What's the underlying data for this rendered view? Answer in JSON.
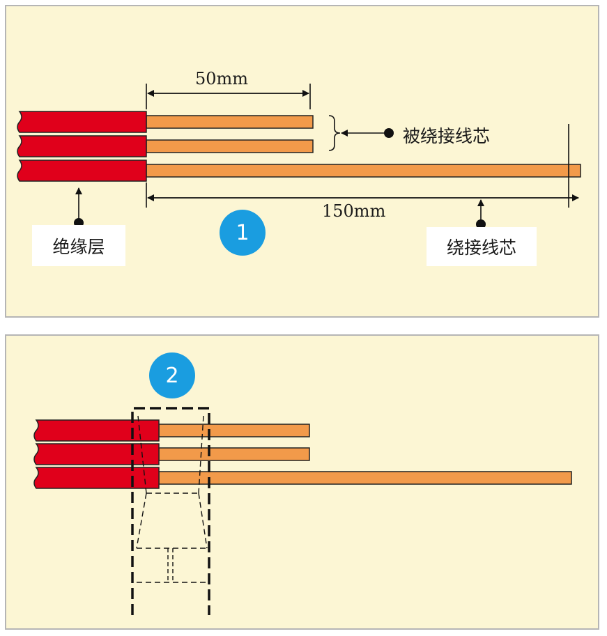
{
  "step1": {
    "badge": "1",
    "dim_short": "50mm",
    "dim_long": "150mm",
    "label_wrapped_cores": "被绕接线芯",
    "label_insulation": "绝缘层",
    "label_wrapping_core": "绕接线芯"
  },
  "step2": {
    "badge": "2"
  },
  "colors": {
    "insulation": "#e0001b",
    "core": "#f29a4a",
    "panel_bg": "#fcf6d4",
    "badge": "#1a9de0"
  }
}
